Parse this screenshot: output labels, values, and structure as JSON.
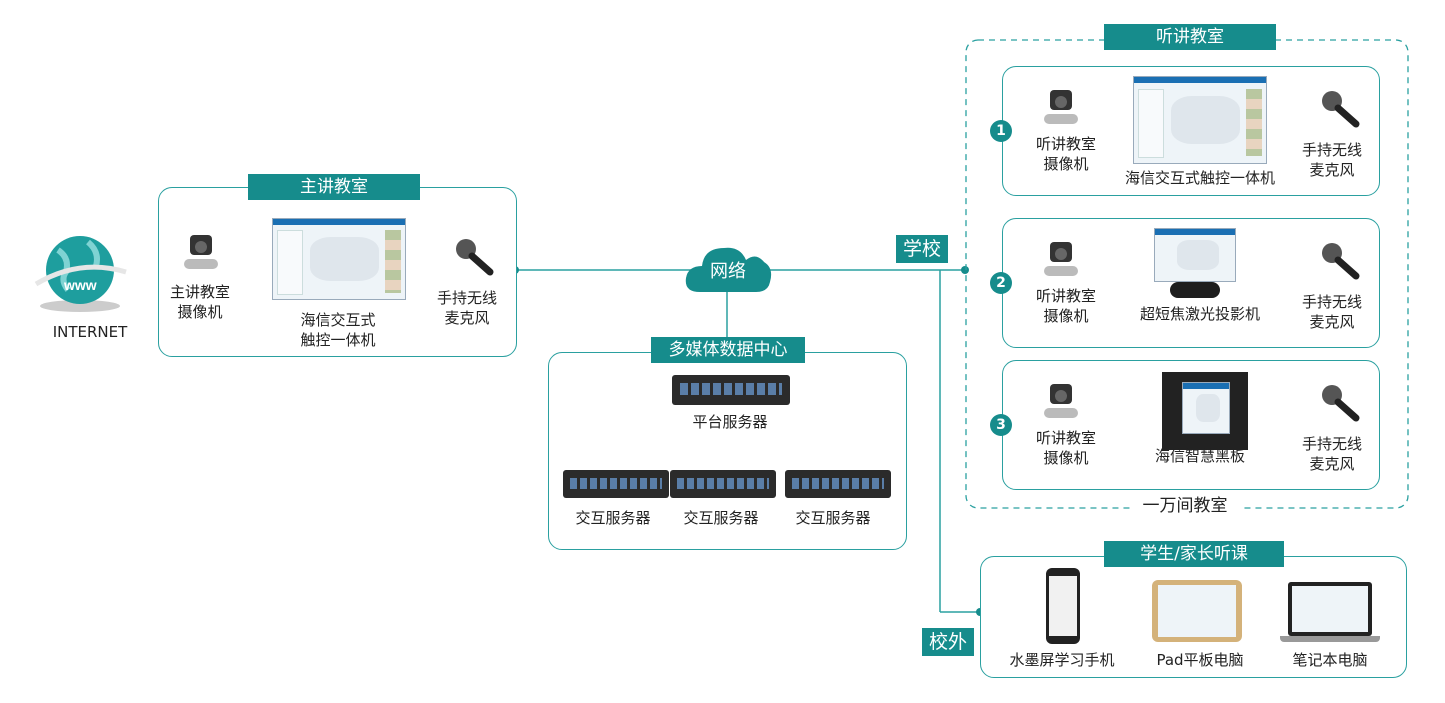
{
  "colors": {
    "accent": "#168c8c",
    "line": "#2aa0a0",
    "arrow_yellow": "#f2c200",
    "arrow_green": "#1a9e3c"
  },
  "internet": {
    "label": "INTERNET",
    "icon": "globe-www-icon"
  },
  "main_classroom": {
    "title": "主讲教室",
    "camera_label": [
      "主讲教室",
      "摄像机"
    ],
    "display_label": [
      "海信交互式",
      "触控一体机"
    ],
    "mic_label": [
      "手持无线",
      "麦克风"
    ]
  },
  "network": {
    "label": "网络",
    "icon": "cloud-icon"
  },
  "data_center": {
    "title": "多媒体数据中心",
    "platform_server": "平台服务器",
    "interactive_servers": [
      "交互服务器",
      "交互服务器",
      "交互服务器"
    ]
  },
  "school_tag": "学校",
  "offcampus_tag": "校外",
  "listening_group": {
    "title": "听讲教室",
    "footer": "一万间教室",
    "rooms": [
      {
        "num": "1",
        "camera_label": [
          "听讲教室",
          "摄像机"
        ],
        "display_label": [
          "海信交互式触控一体机"
        ],
        "mic_label": [
          "手持无线",
          "麦克风"
        ]
      },
      {
        "num": "2",
        "camera_label": [
          "听讲教室",
          "摄像机"
        ],
        "display_label": [
          "超短焦激光投影机"
        ],
        "mic_label": [
          "手持无线",
          "麦克风"
        ]
      },
      {
        "num": "3",
        "camera_label": [
          "听讲教室",
          "摄像机"
        ],
        "display_label": [
          "海信智慧黑板"
        ],
        "mic_label": [
          "手持无线",
          "麦克风"
        ]
      }
    ]
  },
  "students": {
    "title": "学生/家长听课",
    "devices": [
      "水墨屏学习手机",
      "Pad平板电脑",
      "笔记本电脑"
    ]
  }
}
